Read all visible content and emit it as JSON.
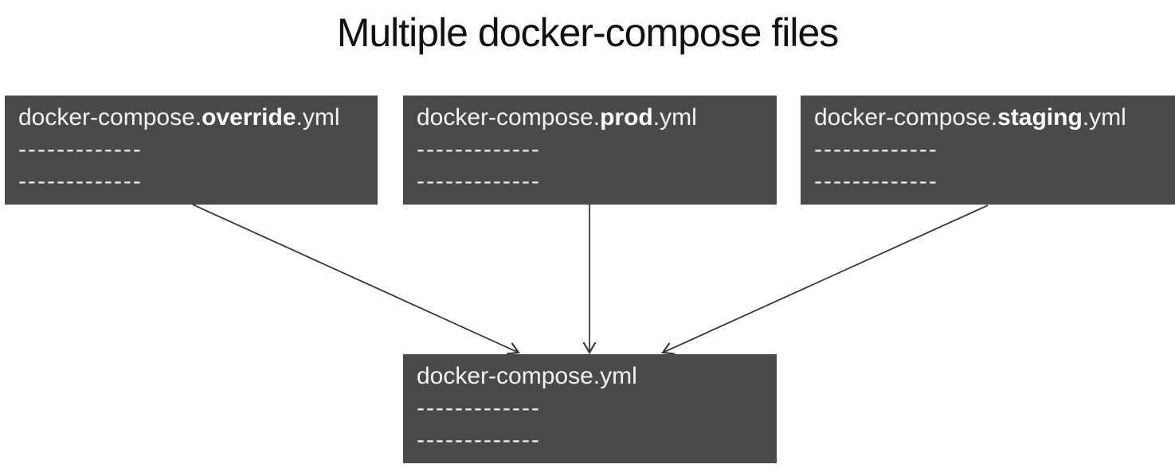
{
  "title": "Multiple docker-compose files",
  "colors": {
    "canvas_background": "#ffffff",
    "box_background": "#4a4a4a",
    "box_text": "#f2f2f2",
    "box_text_bold": "#ffffff",
    "dash_text": "#ededed",
    "arrow": "#383838",
    "title_text": "#111111"
  },
  "boxes": [
    {
      "name": "docker-compose.override.yml",
      "title_prefix": "docker-compose.",
      "title_bold": "override",
      "title_suffix": ".yml",
      "dash_line_1": "-------------",
      "dash_line_2": "-------------"
    },
    {
      "name": "docker-compose.prod.yml",
      "title_prefix": "docker-compose.",
      "title_bold": "prod",
      "title_suffix": ".yml",
      "dash_line_1": "-------------",
      "dash_line_2": "-------------"
    },
    {
      "name": "docker-compose.staging.yml",
      "title_prefix": "docker-compose.",
      "title_bold": "staging",
      "title_suffix": ".yml",
      "dash_line_1": "-------------",
      "dash_line_2": "-------------"
    },
    {
      "name": "docker-compose.yml",
      "title_prefix": "docker-compose.yml",
      "title_bold": "",
      "title_suffix": "",
      "dash_line_1": "-------------",
      "dash_line_2": "-------------"
    }
  ],
  "edges": [
    {
      "from": "docker-compose.override.yml",
      "to": "docker-compose.yml"
    },
    {
      "from": "docker-compose.prod.yml",
      "to": "docker-compose.yml"
    },
    {
      "from": "docker-compose.staging.yml",
      "to": "docker-compose.yml"
    }
  ]
}
